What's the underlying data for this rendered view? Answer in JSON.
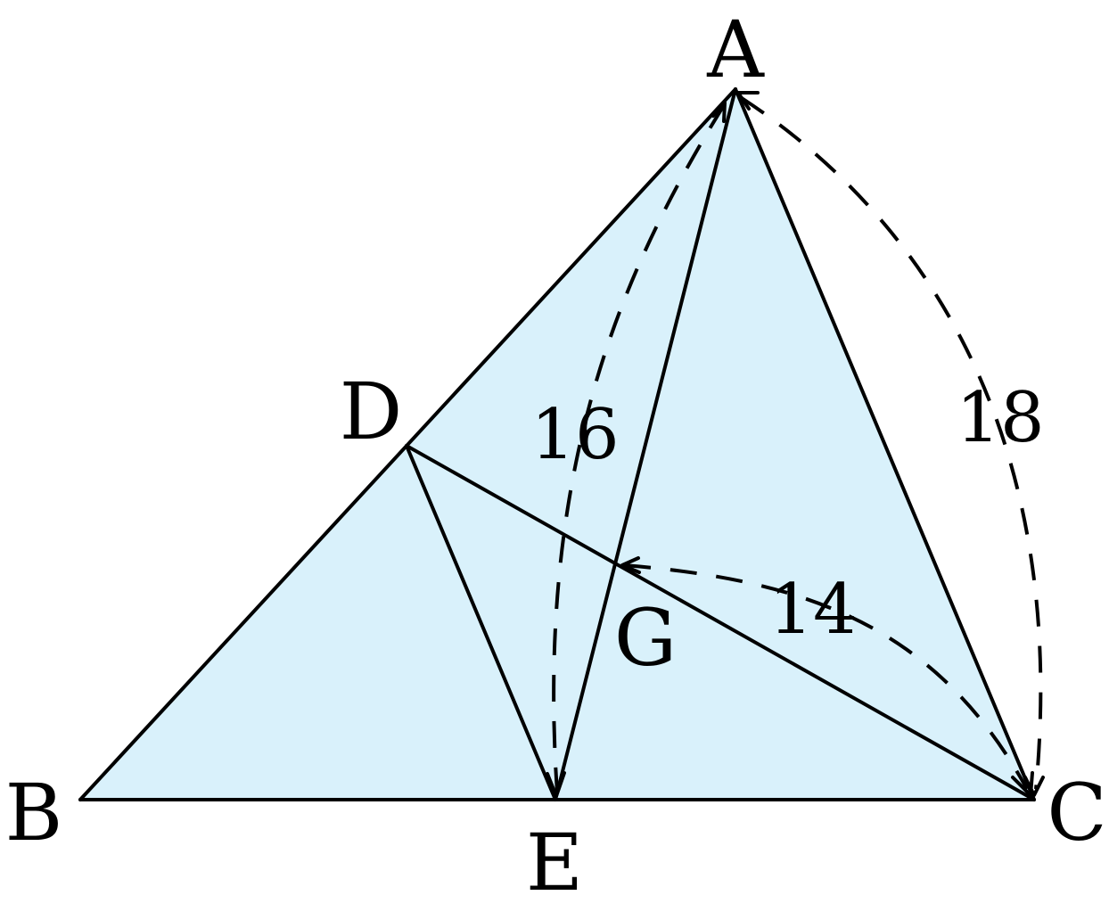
{
  "colors": {
    "fill": "#d9f1fb",
    "stroke": "#000000",
    "background": "#ffffff"
  },
  "points": {
    "A": "A",
    "B": "B",
    "C": "C",
    "D": "D",
    "E": "E",
    "G": "G"
  },
  "measures": {
    "AE": "16",
    "AC": "18",
    "GC": "14"
  }
}
